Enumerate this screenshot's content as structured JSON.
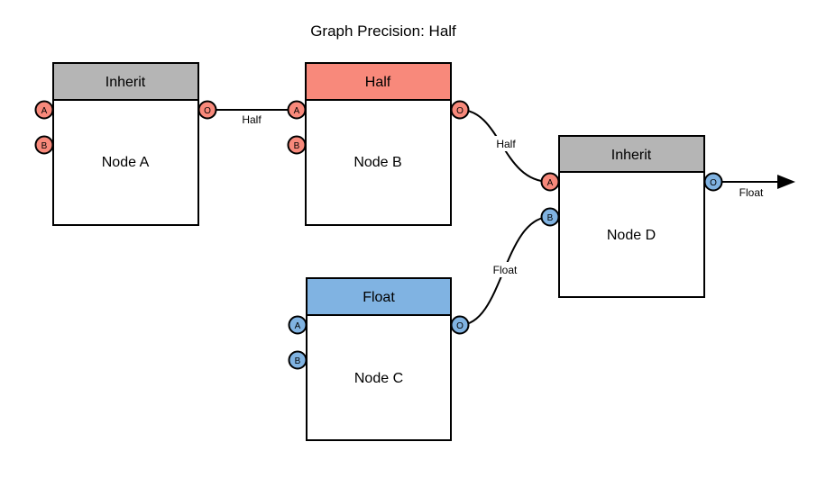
{
  "diagram": {
    "title": "Graph Precision: Half",
    "colors": {
      "half": "#F8897B",
      "float": "#80B3E2",
      "inherit": "#B5B5B5",
      "stroke": "#000000",
      "canvas_bg": "#FFFFFF"
    },
    "nodes": [
      {
        "name": "Node A",
        "header": "Inherit",
        "header_color": "inherit",
        "ports": {
          "a": "A",
          "b": "B",
          "o": "O"
        },
        "port_colors": {
          "a": "half",
          "b": "half",
          "o": "half"
        }
      },
      {
        "name": "Node B",
        "header": "Half",
        "header_color": "half",
        "ports": {
          "a": "A",
          "b": "B",
          "o": "O"
        },
        "port_colors": {
          "a": "half",
          "b": "half",
          "o": "half"
        }
      },
      {
        "name": "Node C",
        "header": "Float",
        "header_color": "float",
        "ports": {
          "a": "A",
          "b": "B",
          "o": "O"
        },
        "port_colors": {
          "a": "float",
          "b": "float",
          "o": "float"
        }
      },
      {
        "name": "Node D",
        "header": "Inherit",
        "header_color": "inherit",
        "ports": {
          "a": "A",
          "b": "B",
          "o": "O"
        },
        "port_colors": {
          "a": "half",
          "b": "float",
          "o": "float"
        }
      }
    ],
    "edges": [
      {
        "label": "Half",
        "from": "Node A.O",
        "to": "Node B.A"
      },
      {
        "label": "Half",
        "from": "Node B.O",
        "to": "Node D.A"
      },
      {
        "label": "Float",
        "from": "Node C.O",
        "to": "Node D.B"
      },
      {
        "label": "Float",
        "from": "Node D.O",
        "to": "graph output"
      }
    ]
  }
}
